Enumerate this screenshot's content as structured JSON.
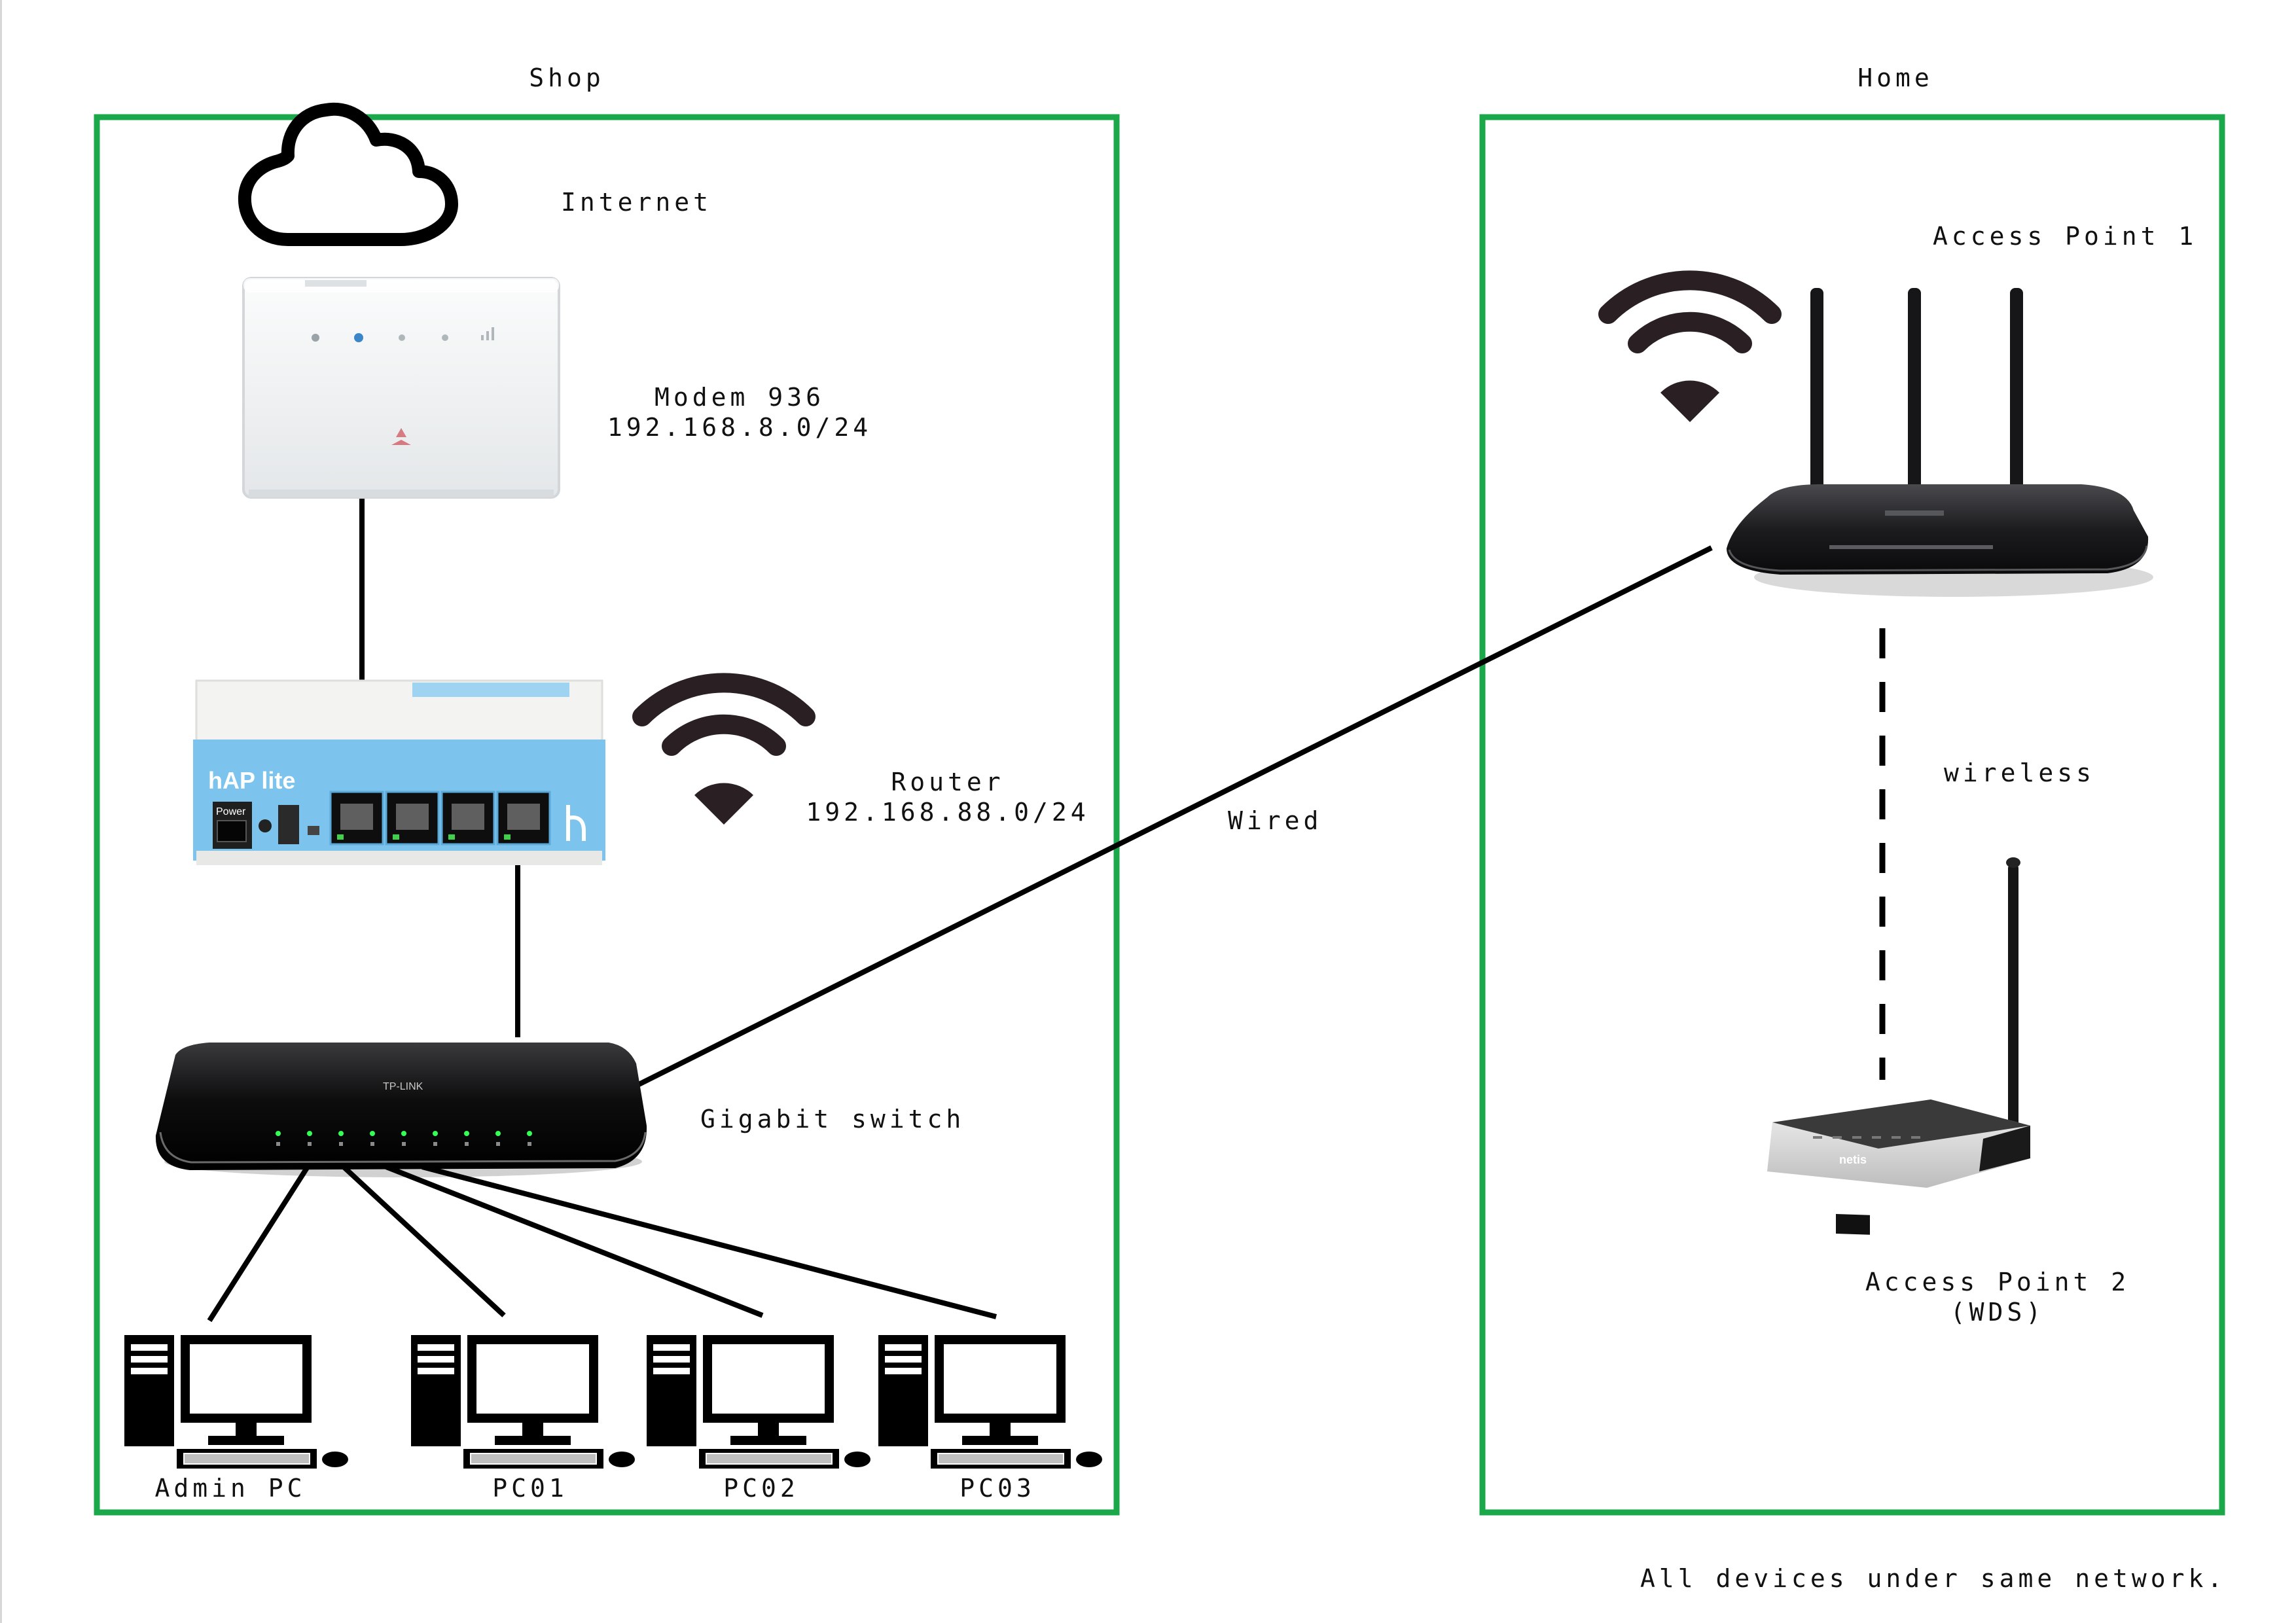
{
  "colors": {
    "zone_border": "#1aa84a",
    "link": "#000000",
    "modem_body": "#f2f4f5",
    "router_body": "#e9f3fb",
    "router_accent": "#7cc4ee",
    "switch_body": "#111111",
    "ap_body": "#1b1b1d",
    "pc_fill": "#000000"
  },
  "zones": {
    "shop": "Shop",
    "home": "Home"
  },
  "cloud": {
    "label": "Internet",
    "icon": "cloud-icon"
  },
  "modem": {
    "name": "Modem 936",
    "subnet": "192.168.8.0/24",
    "icon": "modem-icon"
  },
  "router": {
    "name": "Router",
    "subnet": "192.168.88.0/24",
    "brand": "hAP lite",
    "power_label": "Power",
    "icon": "router-icon"
  },
  "switch": {
    "name": "Gigabit switch",
    "brand": "TP-LINK",
    "icon": "switch-icon"
  },
  "links": {
    "wired": "Wired",
    "wireless": "wireless"
  },
  "ap1": {
    "name": "Access Point 1",
    "icon": "wireless-router-icon"
  },
  "ap2": {
    "name": "Access Point 2",
    "mode": "(WDS)",
    "brand": "netis",
    "icon": "wireless-router-icon"
  },
  "pcs": [
    "Admin PC",
    "PC01",
    "PC02",
    "PC03"
  ],
  "footer": "All devices under same network."
}
